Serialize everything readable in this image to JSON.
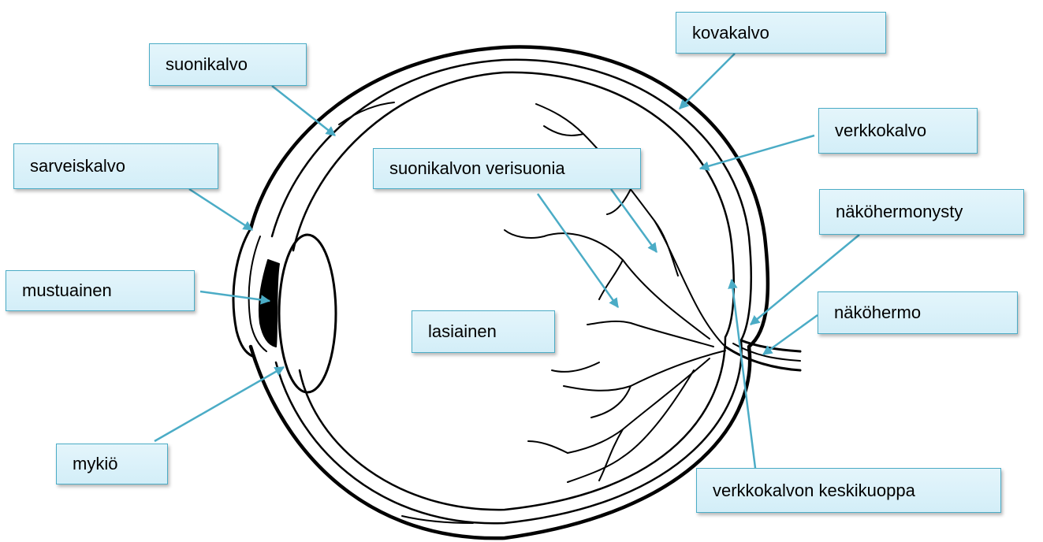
{
  "labels": {
    "suonikalvo": "suonikalvo",
    "kovakalvo": "kovakalvo",
    "sarveiskalvo": "sarveiskalvo",
    "verkkokalvo": "verkkokalvo",
    "suonikalvon_verisuonia": "suonikalvon verisuonia",
    "nakohermonysty": "näköhermonysty",
    "mustuainen": "mustuainen",
    "nakohermo": "näköhermo",
    "lasiainen": "lasiainen",
    "mykio": "mykiö",
    "verkkokalvon_keskikuoppa": "verkkokalvon keskikuoppa"
  },
  "colors": {
    "label_border": "#4bacc6",
    "label_fill": "#d8f0f9",
    "pointer": "#4bacc6",
    "outline": "#000000"
  }
}
